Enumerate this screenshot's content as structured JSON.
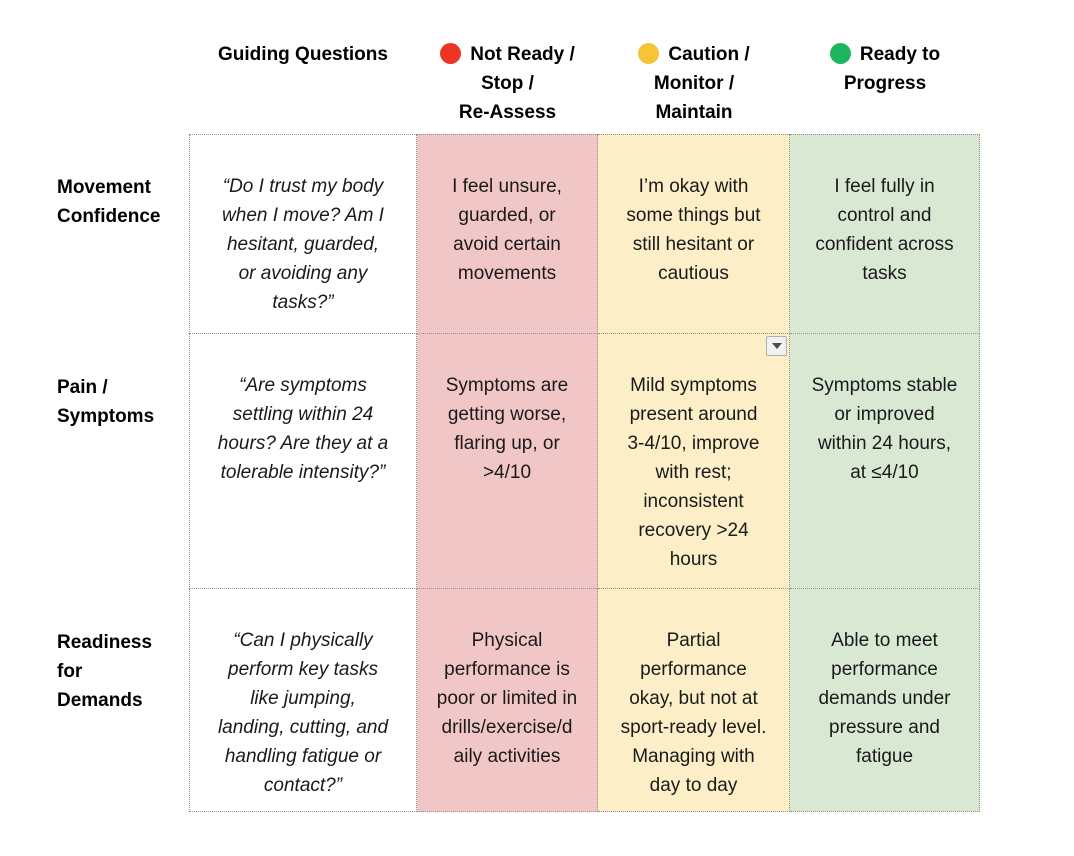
{
  "header": {
    "guiding_questions": "Guiding Questions",
    "not_ready": "Not Ready /\nStop /\nRe-Assess",
    "caution": "Caution /\nMonitor /\nMaintain",
    "ready": "Ready to\nProgress"
  },
  "legend_colors": {
    "not_ready_dot": "#ee3524",
    "caution_dot": "#f5c437",
    "ready_dot": "#1fb55f"
  },
  "cell_colors": {
    "not_ready_bg": "#f1c6c6",
    "caution_bg": "#fcefc8",
    "ready_bg": "#d9e8d3"
  },
  "rows": [
    {
      "label": "Movement\nConfidence",
      "question": "“Do I trust my body\nwhen I move? Am I\nhesitant, guarded,\nor avoiding any\ntasks?”",
      "not_ready": "I feel unsure,\nguarded, or\navoid certain\nmovements",
      "caution": "I’m okay with\nsome things but\nstill hesitant or\ncautious",
      "ready": "I feel fully in\ncontrol and\nconfident across\ntasks"
    },
    {
      "label": "Pain /\nSymptoms",
      "question": "“Are symptoms\nsettling within 24\nhours? Are they at a\ntolerable intensity?”",
      "not_ready": "Symptoms are\ngetting worse,\nflaring up, or\n>4/10",
      "caution": "Mild symptoms\npresent around\n3-4/10, improve\nwith rest;\ninconsistent\nrecovery >24\nhours",
      "ready": "Symptoms stable\nor improved\nwithin 24 hours,\nat ≤4/10"
    },
    {
      "label": "Readiness\nfor\nDemands",
      "question": "“Can I physically\nperform key tasks\nlike jumping,\nlanding, cutting, and\nhandling fatigue or\ncontact?”",
      "not_ready": "Physical\nperformance is\npoor or limited in\ndrills/exercise/d\naily activities",
      "caution": "Partial\nperformance\nokay, but not at\nsport-ready level.\nManaging with\nday to day",
      "ready": "Able to meet\nperformance\ndemands under\npressure and\nfatigue"
    }
  ]
}
